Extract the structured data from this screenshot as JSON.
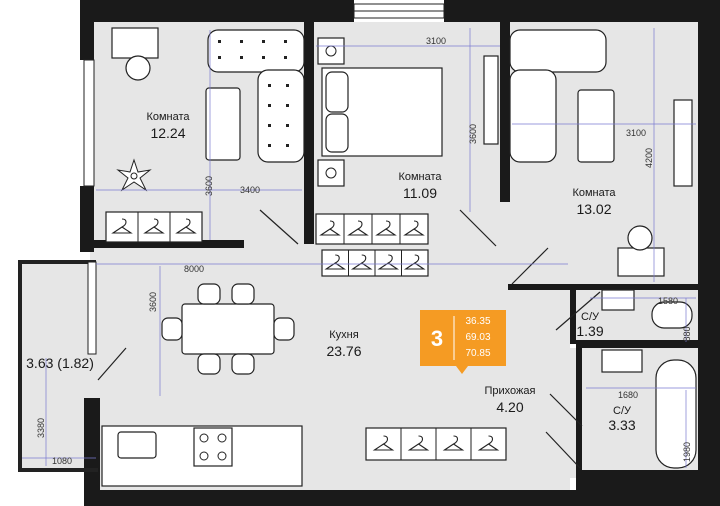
{
  "rooms": {
    "bedroom_left": {
      "name": "Комната",
      "area": "12.24"
    },
    "bedroom_mid": {
      "name": "Комната",
      "area": "11.09"
    },
    "bedroom_right": {
      "name": "Комната",
      "area": "13.02"
    },
    "kitchen": {
      "name": "Кухня",
      "area": "23.76"
    },
    "balcony": {
      "area": "3.63 (1.82)"
    },
    "bath_small": {
      "name": "С/У",
      "area": "1.39"
    },
    "hall": {
      "name": "Прихожая",
      "area": "4.20"
    },
    "bath_large": {
      "name": "С/У",
      "area": "3.33"
    }
  },
  "dimensions": {
    "d3100_mid": "3100",
    "d3600_mid": "3600",
    "d3600_left": "3600",
    "d3400": "3400",
    "d3100_right": "3100",
    "d4200": "4200",
    "d8000": "8000",
    "d3600_kitchen": "3600",
    "d1580": "1580",
    "d880": "880",
    "d1680": "1680",
    "d1980": "1980",
    "d3380": "3380",
    "d1080": "1080"
  },
  "badge": {
    "rooms_count": "3",
    "living_area": "36.35",
    "total_area": "69.03",
    "area_with_balcony": "70.85",
    "color": "#f59b23"
  },
  "colors": {
    "floor": "#e6e6e6",
    "wall": "#1a1a1a",
    "dimension_line": "#7a7ad0"
  }
}
